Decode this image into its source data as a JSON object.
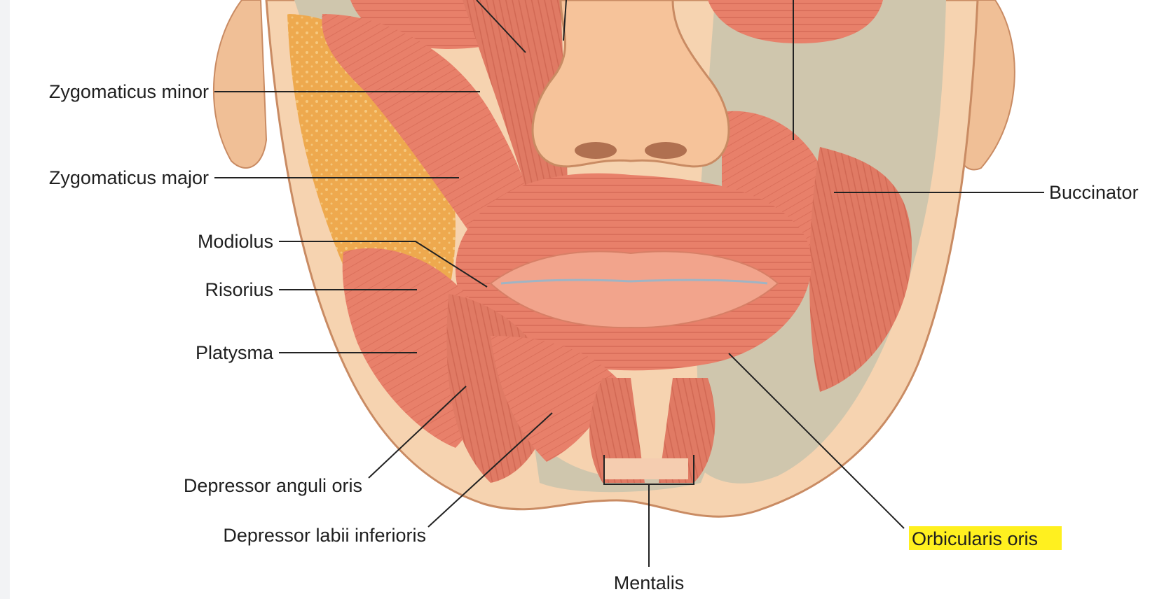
{
  "figure": {
    "labels": {
      "zygomaticus_minor": "Zygomaticus minor",
      "zygomaticus_major": "Zygomaticus major",
      "modiolus": "Modiolus",
      "risorius": "Risorius",
      "platysma": "Platysma",
      "depressor_anguli_oris": "Depressor anguli oris",
      "depressor_labii_inferioris": "Depressor labii inferioris",
      "mentalis": "Mentalis",
      "orbicularis_oris": "Orbicularis oris",
      "buccinator": "Buccinator"
    },
    "highlighted_label": "orbicularis_oris",
    "colors": {
      "background": "#f2f3f5",
      "panel": "#ffffff",
      "skin": "#f6d3b0",
      "skin_outline": "#c98b63",
      "muscle": "#e8806a",
      "muscle_dark": "#c85a48",
      "fat": "#eea94e",
      "bone": "#cfc6ad",
      "lip": "#f2a48c",
      "highlight": "#fff01f",
      "leader_line": "#222222"
    }
  }
}
